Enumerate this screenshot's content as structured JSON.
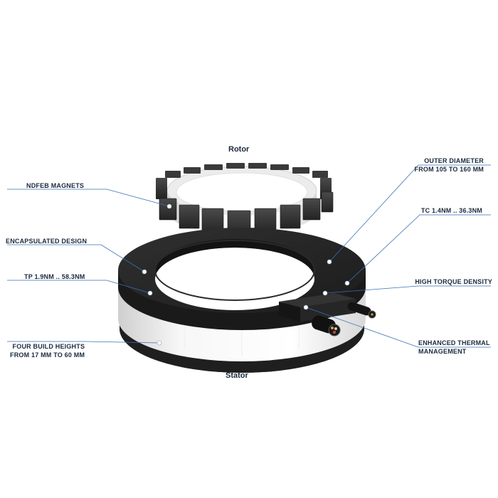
{
  "titles": {
    "rotor": "Rotor",
    "stator": "Stator"
  },
  "labels": {
    "ndfeb": "NDFEB MAGNETS",
    "encapsulated": "ENCAPSULATED DESIGN",
    "tp": "TP 1.9NM .. 58.3NM",
    "four_line1": "FOUR BUILD HEIGHTS",
    "four_line2": "FROM 17 MM TO 60 MM",
    "outer_line1": "OUTER DIAMETER",
    "outer_line2": "FROM 105 TO 160 MM",
    "tc": "TC 1.4NM .. 36.3NM",
    "torque": "HIGH TORQUE DENSITY",
    "thermal_line1": "ENHANCED THERMAL",
    "thermal_line2": "MANAGEMENT"
  },
  "colors": {
    "leader": "#3b6fb6",
    "text": "#1c2a3c",
    "ring_black": "#222222",
    "magnet": "#2e2e2e",
    "sleeve": "#f2f2f2"
  }
}
